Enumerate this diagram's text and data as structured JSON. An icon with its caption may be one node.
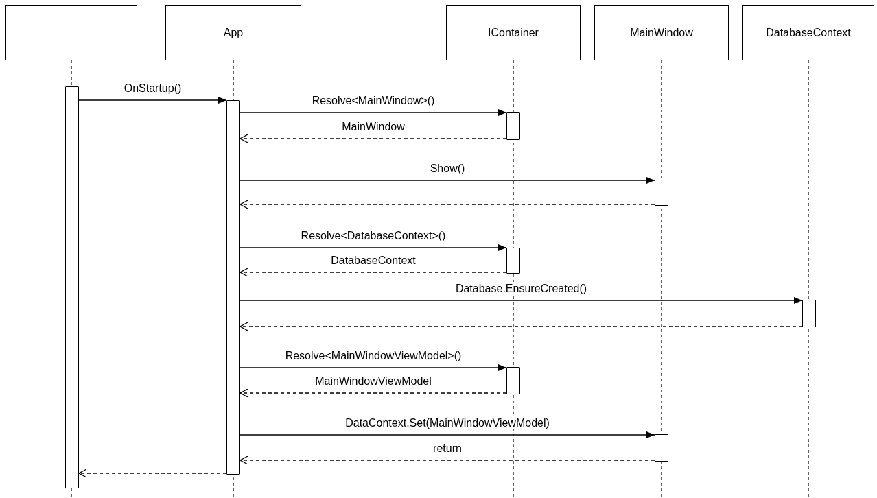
{
  "diagram": {
    "nodes": [
      {
        "text": [],
        "shape": "box"
      },
      {
        "text": [
          "App"
        ]
      },
      {
        "text": [
          "IContainer"
        ]
      },
      {
        "text": [
          "MainWindow"
        ]
      },
      {
        "text": [
          "DatabaseContext"
        ]
      },
      {
        "text": [],
        "shape": "bar"
      },
      {
        "text": [],
        "shape": "bar"
      },
      {
        "text": [],
        "shape": "bar"
      },
      {
        "text": [],
        "shape": "bar"
      },
      {
        "text": [],
        "shape": "bar"
      },
      {
        "text": [],
        "shape": "bar"
      },
      {
        "text": [],
        "shape": "bar"
      },
      {
        "text": [],
        "shape": "bar"
      }
    ],
    "edges": [
      {
        "from": 5,
        "to": 6,
        "arrow": "to",
        "label": "OnStartup()"
      },
      {
        "from": 6,
        "to": 7,
        "arrow": "to",
        "label": "Resolve<MainWindow>()"
      },
      {
        "from": 7,
        "to": 6,
        "arrow": "to",
        "label": "MainWindow",
        "style": "dashed"
      },
      {
        "from": 6,
        "to": 8,
        "arrow": "to",
        "label": "Show()"
      },
      {
        "from": 8,
        "to": 6,
        "arrow": "to",
        "style": "dashed"
      },
      {
        "from": 6,
        "to": 9,
        "arrow": "to",
        "label": "Resolve<DatabaseContext>()"
      },
      {
        "from": 9,
        "to": 6,
        "arrow": "to",
        "label": "DatabaseContext",
        "style": "dashed"
      },
      {
        "from": 6,
        "to": 10,
        "arrow": "to",
        "label": "Database.EnsureCreated()"
      },
      {
        "from": 10,
        "to": 6,
        "arrow": "to",
        "style": "dashed"
      },
      {
        "from": 6,
        "to": 11,
        "arrow": "to",
        "label": "Resolve<MainWindowViewModel>()"
      },
      {
        "from": 11,
        "to": 6,
        "arrow": "to",
        "label": "MainWindowViewModel",
        "style": "dashed"
      },
      {
        "from": 6,
        "to": 12,
        "arrow": "to",
        "label": "DataContext.Set(MainWindowViewModel)"
      },
      {
        "from": 12,
        "to": 6,
        "arrow": "to",
        "label": "return",
        "style": "dashed"
      },
      {
        "from": 6,
        "to": 5,
        "arrow": "to",
        "style": "dashed"
      }
    ]
  }
}
